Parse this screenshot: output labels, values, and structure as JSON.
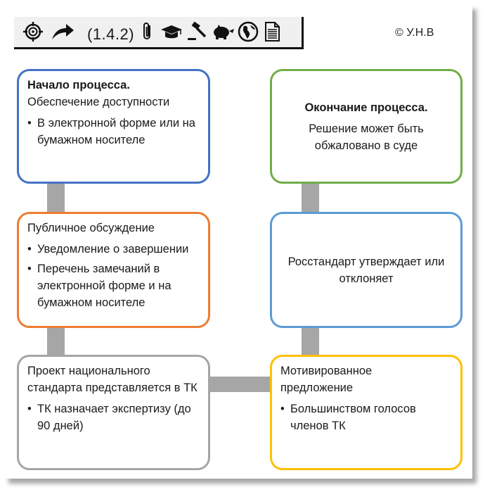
{
  "toolbar": {
    "icons": [
      "target-icon",
      "share-arrow-icon",
      "paperclip-icon",
      "graduation-cap-icon",
      "gavel-icon",
      "piggy-bank-icon",
      "globe-icon",
      "document-icon"
    ],
    "version": "(1.4.2)"
  },
  "copyright": "© У.Н.В",
  "colors": {
    "blue": "#4472c4",
    "green": "#70ad47",
    "orange": "#ed7d31",
    "light_blue": "#5b9bd5",
    "gray": "#a5a5a5",
    "yellow": "#ffc000",
    "connector": "#a6a6a6"
  },
  "steps": {
    "start": {
      "title": "Начало процесса.",
      "subtitle": "Обеспечение доступности",
      "bullets": [
        "В электронной форме или на бумажном носителе"
      ]
    },
    "discussion": {
      "title": "Публичное обсуждение",
      "bullets": [
        "Уведомление о завершении",
        "Перечень замечаний в электронной форме и на бумажном носителе"
      ]
    },
    "project": {
      "title": "Проект национального стандарта представляется в ТК",
      "bullets": [
        "ТК назначает экспертизу (до 90 дней)"
      ]
    },
    "proposal": {
      "title": "Мотивированное предложение",
      "bullets": [
        "Большинством голосов членов ТК"
      ]
    },
    "approval": {
      "title": "Росстандарт утверждает или отклоняет"
    },
    "end": {
      "title": "Окончание процесса.",
      "subtitle": "Решение может быть обжаловано в суде"
    }
  }
}
